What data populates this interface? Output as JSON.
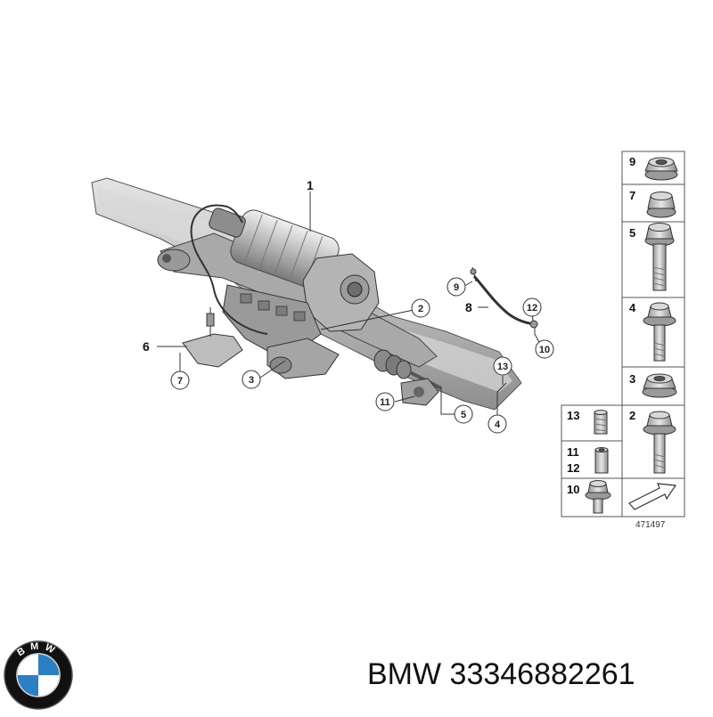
{
  "diagram": {
    "callouts": {
      "c1": "1",
      "c2": "2",
      "c3": "3",
      "c4": "4",
      "c5": "5",
      "c6": "6",
      "c7": "7",
      "c8": "8",
      "c9": "9",
      "c10": "10",
      "c11": "11",
      "c12": "12",
      "c13": "13"
    },
    "legend": {
      "r9": "9",
      "r7": "7",
      "r5": "5",
      "r4": "4",
      "r3": "3",
      "r2": "2",
      "l13": "13",
      "l11": "11",
      "l12": "12",
      "l10": "10"
    },
    "diagram_code": "471497"
  },
  "footer": {
    "brand": "BMW",
    "part_number": "33346882261",
    "logo_text": "BMW"
  },
  "colors": {
    "part_fill": "#cfcfcf",
    "part_dark": "#8a8a8a",
    "logo_blue": "#2b7fc4",
    "logo_ring": "#111111"
  }
}
